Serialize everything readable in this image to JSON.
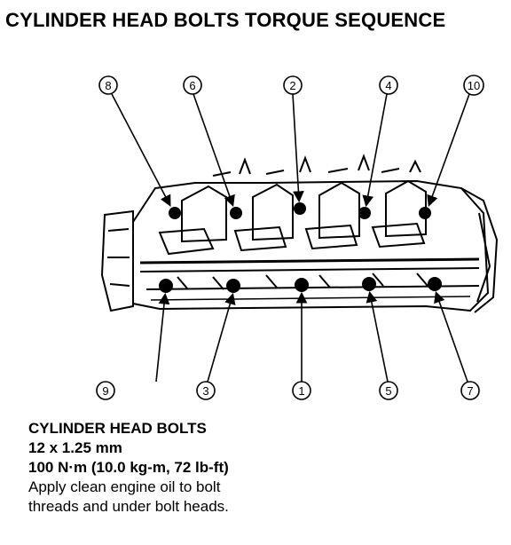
{
  "title": "CYLINDER HEAD BOLTS TORQUE SEQUENCE",
  "callouts_top": [
    "8",
    "6",
    "2",
    "4",
    "10"
  ],
  "callouts_bottom": [
    "9",
    "3",
    "1",
    "5",
    "7"
  ],
  "caption": {
    "heading": "CYLINDER HEAD BOLTS",
    "size": "12 x 1.25 mm",
    "torque": "100 N·m (10.0 kg-m, 72 lb-ft)",
    "note_line1": "Apply clean engine oil to bolt",
    "note_line2": "threads and under bolt heads."
  }
}
